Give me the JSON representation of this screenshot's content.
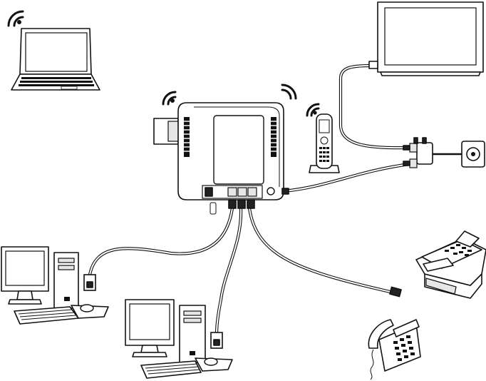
{
  "diagram": {
    "nodes": [
      {
        "id": "router",
        "icon": "router-icon"
      },
      {
        "id": "laptop",
        "icon": "laptop-icon",
        "wireless": true
      },
      {
        "id": "tv",
        "icon": "tv-icon"
      },
      {
        "id": "cordless-phone",
        "icon": "cordless-phone-icon",
        "wireless": true
      },
      {
        "id": "splitter",
        "icon": "splitter-icon"
      },
      {
        "id": "wall-socket",
        "icon": "wall-socket-icon"
      },
      {
        "id": "desktop-pc-1",
        "icon": "desktop-computer-icon"
      },
      {
        "id": "desktop-pc-2",
        "icon": "desktop-computer-icon"
      },
      {
        "id": "fax",
        "icon": "fax-machine-icon"
      },
      {
        "id": "phone",
        "icon": "telephone-icon"
      }
    ],
    "edges": [
      {
        "from": "router",
        "to": "splitter"
      },
      {
        "from": "splitter",
        "to": "tv"
      },
      {
        "from": "splitter",
        "to": "wall-socket"
      },
      {
        "from": "router",
        "to": "desktop-pc-1"
      },
      {
        "from": "router",
        "to": "desktop-pc-2"
      },
      {
        "from": "router",
        "to": "phone"
      }
    ]
  }
}
